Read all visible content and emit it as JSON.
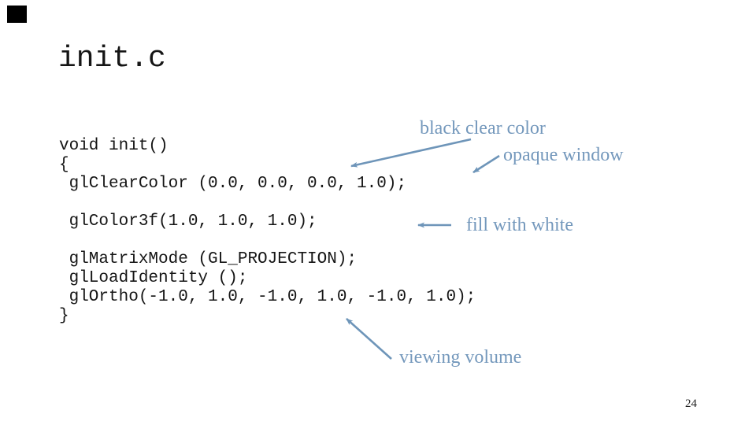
{
  "slide": {
    "title": "init.c",
    "code": {
      "lines": [
        "void init()",
        "{",
        " glClearColor (0.0, 0.0, 0.0, 1.0);",
        "",
        " glColor3f(1.0, 1.0, 1.0);",
        "",
        " glMatrixMode (GL_PROJECTION);",
        " glLoadIdentity ();",
        " glOrtho(-1.0, 1.0, -1.0, 1.0, -1.0, 1.0);",
        "}"
      ]
    },
    "annotations": [
      {
        "text": "black clear color"
      },
      {
        "text": "opaque window"
      },
      {
        "text": "fill with white"
      },
      {
        "text": "viewing volume"
      }
    ],
    "footer": {
      "page_number": "24"
    },
    "colors": {
      "annotation_text": "#7498bc",
      "arrow": "#6e95b9",
      "code_text": "#151515",
      "corner_mark": "#000000",
      "background": "#ffffff"
    }
  }
}
